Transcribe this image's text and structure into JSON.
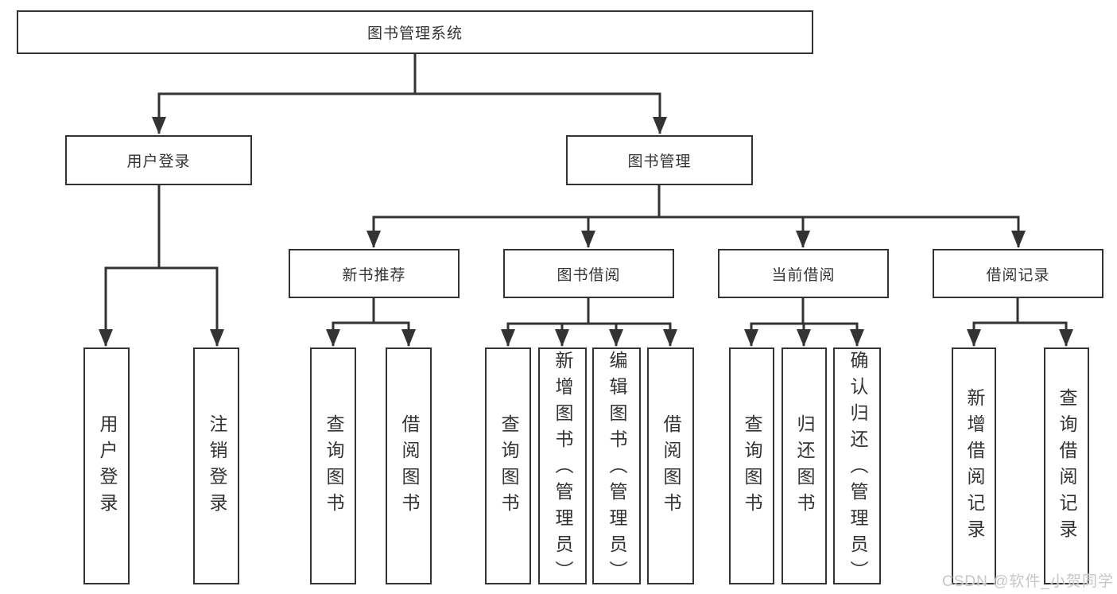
{
  "colors": {
    "line": "#333333",
    "box_border": "#333333",
    "box_background": "#ffffff",
    "text": "#333333",
    "watermark": "#c9c6c6",
    "page_background": "#ffffff"
  },
  "watermark": {
    "text": "CSDN @软件_小贺同学"
  },
  "tree": {
    "root": {
      "label": "图书管理系统"
    },
    "branches": [
      {
        "label": "用户登录",
        "children": [
          {
            "label": "用户登录"
          },
          {
            "label": "注销登录"
          }
        ]
      },
      {
        "label": "图书管理",
        "groups": [
          {
            "label": "新书推荐",
            "children": [
              {
                "label": "查询图书"
              },
              {
                "label": "借阅图书"
              }
            ]
          },
          {
            "label": "图书借阅",
            "children": [
              {
                "label": "查询图书"
              },
              {
                "label": "新增图书（管理员）"
              },
              {
                "label": "编辑图书（管理员）"
              },
              {
                "label": "借阅图书"
              }
            ]
          },
          {
            "label": "当前借阅",
            "children": [
              {
                "label": "查询图书"
              },
              {
                "label": "归还图书"
              },
              {
                "label": "确认归还（管理员）"
              }
            ]
          },
          {
            "label": "借阅记录",
            "children": [
              {
                "label": "新增借阅记录"
              },
              {
                "label": "查询借阅记录"
              }
            ]
          }
        ]
      }
    ]
  }
}
